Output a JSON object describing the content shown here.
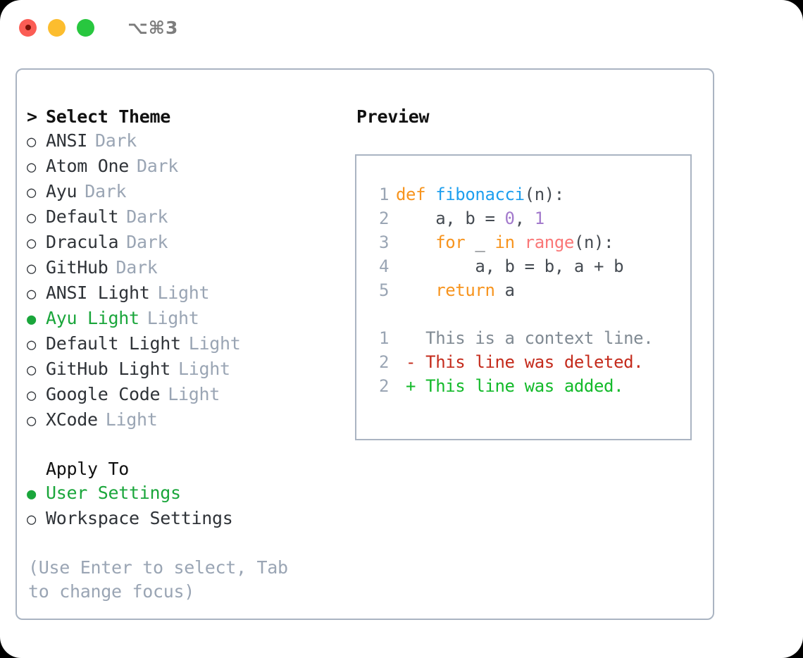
{
  "titlebar": {
    "shortcut": "⌥⌘3",
    "buttons": [
      {
        "name": "close",
        "color": "#fb5d55"
      },
      {
        "name": "minimize",
        "color": "#fcbd2e"
      },
      {
        "name": "zoom",
        "color": "#28c73f"
      }
    ]
  },
  "theme_picker": {
    "header": "Select Theme",
    "caret": ">",
    "bullet_selected": "●",
    "bullet_unselected": "○",
    "accent_color": "#1aa63b",
    "tag_color": "#9aa5b4",
    "items": [
      {
        "label": "ANSI",
        "tag": "Dark",
        "selected": false
      },
      {
        "label": "Atom One",
        "tag": "Dark",
        "selected": false
      },
      {
        "label": "Ayu",
        "tag": "Dark",
        "selected": false
      },
      {
        "label": "Default",
        "tag": "Dark",
        "selected": false
      },
      {
        "label": "Dracula",
        "tag": "Dark",
        "selected": false
      },
      {
        "label": "GitHub",
        "tag": "Dark",
        "selected": false
      },
      {
        "label": "ANSI Light",
        "tag": "Light",
        "selected": false
      },
      {
        "label": "Ayu Light",
        "tag": "Light",
        "selected": true
      },
      {
        "label": "Default Light",
        "tag": "Light",
        "selected": false
      },
      {
        "label": "GitHub Light",
        "tag": "Light",
        "selected": false
      },
      {
        "label": "Google Code",
        "tag": "Light",
        "selected": false
      },
      {
        "label": "XCode",
        "tag": "Light",
        "selected": false
      }
    ]
  },
  "apply_to": {
    "header": "Apply To",
    "items": [
      {
        "label": "User Settings",
        "selected": true
      },
      {
        "label": "Workspace Settings",
        "selected": false
      }
    ]
  },
  "hint": "(Use Enter to select, Tab to change focus)",
  "preview": {
    "title": "Preview",
    "code_lines": [
      {
        "lineno": "1",
        "tokens": [
          {
            "text": "def ",
            "type": "kw"
          },
          {
            "text": "fibonacci",
            "type": "fn"
          },
          {
            "text": "(n):",
            "type": "punc"
          }
        ]
      },
      {
        "lineno": "2",
        "tokens": [
          {
            "text": "    a, b = ",
            "type": "pl"
          },
          {
            "text": "0",
            "type": "num"
          },
          {
            "text": ", ",
            "type": "pl"
          },
          {
            "text": "1",
            "type": "num"
          }
        ]
      },
      {
        "lineno": "3",
        "tokens": [
          {
            "text": "    for ",
            "type": "kw"
          },
          {
            "text": "_ ",
            "type": "pl"
          },
          {
            "text": "in ",
            "type": "kw"
          },
          {
            "text": "range",
            "type": "bi"
          },
          {
            "text": "(n):",
            "type": "punc"
          }
        ]
      },
      {
        "lineno": "4",
        "tokens": [
          {
            "text": "        a, b = b, a + b",
            "type": "pl"
          }
        ]
      },
      {
        "lineno": "5",
        "tokens": [
          {
            "text": "    return ",
            "type": "kw"
          },
          {
            "text": "a",
            "type": "pl"
          }
        ]
      }
    ],
    "diff_lines": [
      {
        "lineno": "1",
        "marker": " ",
        "text": "This is a context line.",
        "type": "ctx"
      },
      {
        "lineno": "2",
        "marker": "-",
        "text": "This line was deleted.",
        "type": "del"
      },
      {
        "lineno": "2",
        "marker": "+",
        "text": "This line was added.",
        "type": "add"
      }
    ]
  }
}
